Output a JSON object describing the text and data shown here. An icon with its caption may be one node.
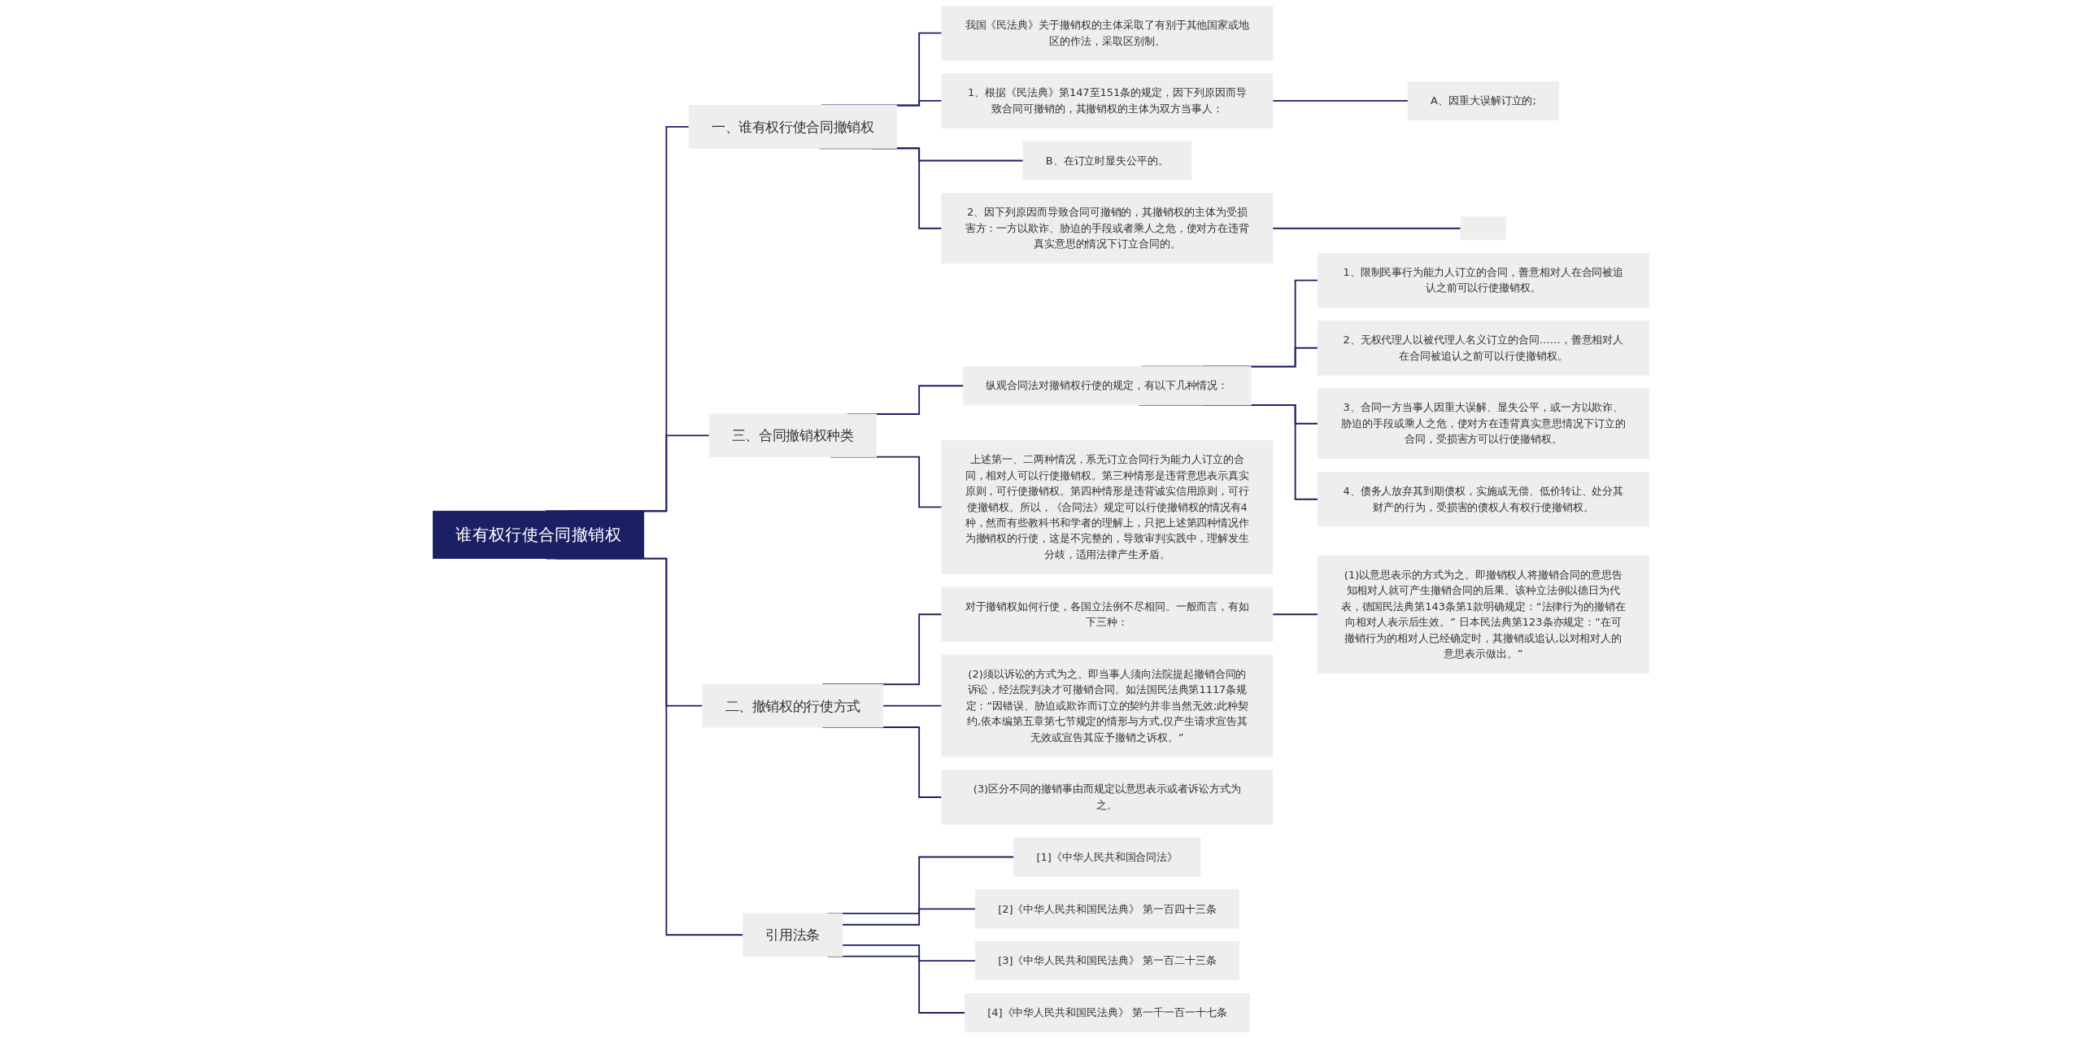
{
  "diagram": {
    "nodes": [
      {
        "text": [
          "谁有权行使合同撤销权"
        ]
      },
      {
        "text": [
          "一、谁有权行使合同撤销权"
        ]
      },
      {
        "text": [
          "我国《民法典》关于撤销权的主体采取了有别于其他国家或地区的作法，采取区别制。"
        ]
      },
      {
        "text": [
          "1、根据《民法典》第147至151条的规定，因下列原因而导致合同可撤销的，其撤销权的主体为双方当事人："
        ]
      },
      {
        "text": [
          "A、因重大误解订立的;"
        ]
      },
      {
        "text": [
          "B、在订立时显失公平的。"
        ]
      },
      {
        "text": [
          "2、因下列原因而导致合同可撤销的，其撤销权的主体为受损害方：一方以欺诈、胁迫的手段或者乘人之危，使对方在违背真实意思的情况下订立合同的。"
        ]
      },
      {
        "text": [],
        "shape": "box"
      },
      {
        "text": [
          "三、合同撤销权种类"
        ]
      },
      {
        "text": [
          "纵观合同法对撤销权行使的规定，有以下几种情况："
        ]
      },
      {
        "text": [
          "1、限制民事行为能力人订立的合同，善意相对人在合同被追认之前可以行使撤销权。"
        ]
      },
      {
        "text": [
          "2、无权代理人以被代理人名义订立的合同……，善意相对人在合同被追认之前可以行使撤销权。"
        ]
      },
      {
        "text": [
          "3、合同一方当事人因重大误解、显失公平，或一方以欺诈、胁迫的手段或乘人之危，使对方在违背真实意思情况下订立的合同，受损害方可以行使撤销权。"
        ]
      },
      {
        "text": [
          "4、债务人放弃其到期债权，实施或无偿、低价转让、处分其财产的行为，受损害的债权人有权行使撤销权。"
        ]
      },
      {
        "text": [
          "上述第一、二两种情况，系无订立合同行为能力人订立的合同，相对人可以行使撤销权。第三种情形是违背意思表示真实原则，可行使撤销权。第四种情形是违背诚实信用原则，可行使撤销权。所以，《合同法》规定可以行使撤销权的情况有4种，然而有些教科书和学者的理解上，只把上述第四种情况作为撤销权的行使，这是不完整的，导致审判实践中，理解发生分歧，适用法律产生矛盾。"
        ]
      },
      {
        "text": [
          "二、撤销权的行使方式"
        ]
      },
      {
        "text": [
          "对于撤销权如何行使，各国立法例不尽相同。一般而言，有如下三种："
        ]
      },
      {
        "text": [
          "(1)以意思表示的方式为之。即撤销权人将撤销合同的意思告知相对人就可产生撤销合同的后果。该种立法例以德日为代表，德国民法典第143条第1款明确规定：“法律行为的撤销在向相对人表示后生效。” 日本民法典第123条亦规定：“在可撤销行为的相对人已经确定时，其撤销或追认,以对相对人的意思表示做出。”"
        ]
      },
      {
        "text": [
          "(2)须以诉讼的方式为之。即当事人须向法院提起撤销合同的诉讼，经法院判决才可撤销合同。如法国民法典第1117条规定：“因错误、胁迫或欺诈而订立的契约并非当然无效;此种契约,依本编第五章第七节规定的情形与方式,仅产生请求宣告其无效或宣告其应予撤销之诉权。”"
        ]
      },
      {
        "text": [
          "(3)区分不同的撤销事由而规定以意思表示或者诉讼方式为之。"
        ]
      },
      {
        "text": [
          "引用法条"
        ]
      },
      {
        "text": [
          "[1]《中华人民共和国合同法》"
        ]
      },
      {
        "text": [
          "[2]《中华人民共和国民法典》 第一百四十三条"
        ]
      },
      {
        "text": [
          "[3]《中华人民共和国民法典》 第一百二十三条"
        ]
      },
      {
        "text": [
          "[4]《中华人民共和国民法典》 第一千一百一十七条"
        ]
      }
    ],
    "edges": [
      {
        "from": 0,
        "to": 1,
        "arrow": "none"
      },
      {
        "from": 1,
        "to": 2,
        "arrow": "none"
      },
      {
        "from": 1,
        "to": 3,
        "arrow": "none"
      },
      {
        "from": 3,
        "to": 4,
        "arrow": "none"
      },
      {
        "from": 1,
        "to": 5,
        "arrow": "none"
      },
      {
        "from": 1,
        "to": 6,
        "arrow": "none"
      },
      {
        "from": 6,
        "to": 7,
        "arrow": "none"
      },
      {
        "from": 0,
        "to": 8,
        "arrow": "none"
      },
      {
        "from": 8,
        "to": 9,
        "arrow": "none"
      },
      {
        "from": 9,
        "to": 10,
        "arrow": "none"
      },
      {
        "from": 9,
        "to": 11,
        "arrow": "none"
      },
      {
        "from": 9,
        "to": 12,
        "arrow": "none"
      },
      {
        "from": 9,
        "to": 13,
        "arrow": "none"
      },
      {
        "from": 8,
        "to": 14,
        "arrow": "none"
      },
      {
        "from": 0,
        "to": 15,
        "arrow": "none"
      },
      {
        "from": 15,
        "to": 16,
        "arrow": "none"
      },
      {
        "from": 16,
        "to": 17,
        "arrow": "none"
      },
      {
        "from": 15,
        "to": 18,
        "arrow": "none"
      },
      {
        "from": 15,
        "to": 19,
        "arrow": "none"
      },
      {
        "from": 0,
        "to": 20,
        "arrow": "none"
      },
      {
        "from": 20,
        "to": 21,
        "arrow": "none"
      },
      {
        "from": 20,
        "to": 22,
        "arrow": "none"
      },
      {
        "from": 20,
        "to": 23,
        "arrow": "none"
      },
      {
        "from": 20,
        "to": 24,
        "arrow": "none"
      }
    ]
  }
}
